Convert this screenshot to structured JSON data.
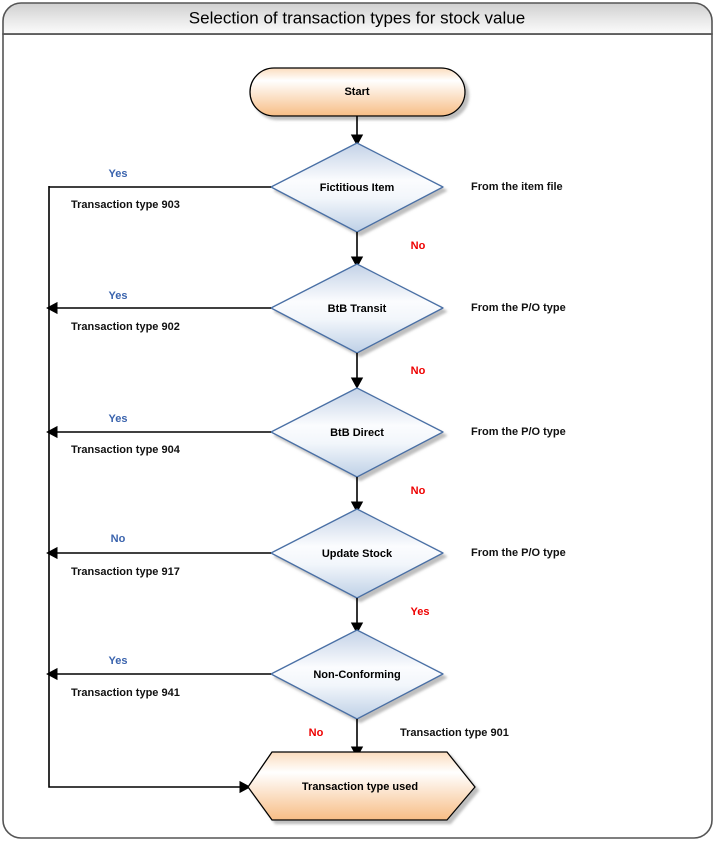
{
  "frame": {
    "title": "Selection of transaction types for stock value",
    "border_color": "#555555",
    "header_gradient_top": "#d2d2d2",
    "header_gradient_bottom": "#fbfbfb"
  },
  "colors": {
    "terminal_fill_top": "#fdeedd",
    "terminal_fill_mid": "#ffffff",
    "terminal_fill_bottom": "#f8c490",
    "terminal_stroke": "#000000",
    "decision_fill_top": "#c8d5e8",
    "decision_fill_mid": "#ffffff",
    "decision_fill_bottom": "#c2d2e6",
    "decision_stroke": "#4a6fa5",
    "label_yes_blue": "#3a63ad",
    "label_red": "#ee0000",
    "note_text": "#111111",
    "line": "#000000"
  },
  "nodes": [
    {
      "id": "start",
      "type": "terminator",
      "label": "Start"
    },
    {
      "id": "fictitious-item",
      "type": "decision",
      "label": "Fictitious Item"
    },
    {
      "id": "btb-transit",
      "type": "decision",
      "label": "BtB Transit"
    },
    {
      "id": "btb-direct",
      "type": "decision",
      "label": "BtB Direct"
    },
    {
      "id": "update-stock",
      "type": "decision",
      "label": "Update Stock"
    },
    {
      "id": "non-conforming",
      "type": "decision",
      "label": "Non-Conforming"
    },
    {
      "id": "transaction-type-used",
      "type": "hexagon",
      "label": "Transaction type used"
    }
  ],
  "side_notes": [
    {
      "for": "fictitious-item",
      "text": "From the item file"
    },
    {
      "for": "btb-transit",
      "text": "From the P/O type"
    },
    {
      "for": "btb-direct",
      "text": "From the P/O type"
    },
    {
      "for": "update-stock",
      "text": "From the P/O type"
    },
    {
      "for": "non-conforming",
      "text": "Transaction type 901"
    }
  ],
  "branches": [
    {
      "for": "fictitious-item",
      "left_label": "Yes",
      "left_label_color": "blue",
      "left_result": "Transaction type 903",
      "down_label": "No",
      "down_label_color": "red"
    },
    {
      "for": "btb-transit",
      "left_label": "Yes",
      "left_label_color": "blue",
      "left_result": "Transaction type 902",
      "down_label": "No",
      "down_label_color": "red"
    },
    {
      "for": "btb-direct",
      "left_label": "Yes",
      "left_label_color": "blue",
      "left_result": "Transaction type 904",
      "down_label": "No",
      "down_label_color": "red"
    },
    {
      "for": "update-stock",
      "left_label": "No",
      "left_label_color": "blue",
      "left_result": "Transaction type 917",
      "down_label": "Yes",
      "down_label_color": "red"
    },
    {
      "for": "non-conforming",
      "left_label": "Yes",
      "left_label_color": "blue",
      "left_result": "Transaction type 941",
      "down_label": "No",
      "down_label_color": "red"
    }
  ]
}
